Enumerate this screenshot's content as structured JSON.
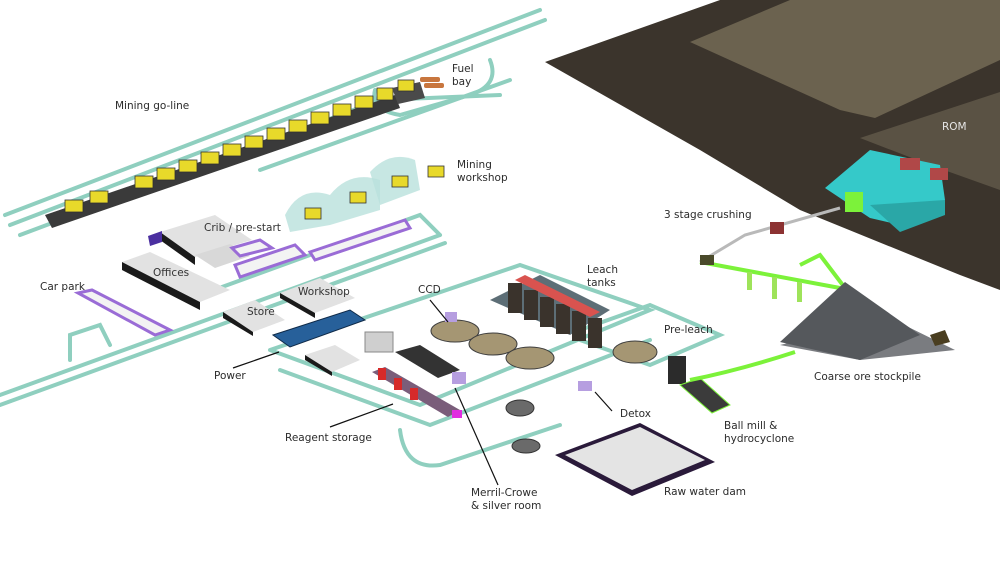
{
  "title": "Mine site and processing plant layout",
  "labels": {
    "mining_go_line": "Mining go-line",
    "fuel_bay": "Fuel\nbay",
    "mining_workshop": "Mining\nworkshop",
    "crib_pre_start": "Crib / pre-start",
    "offices": "Offices",
    "car_park": "Car park",
    "workshop": "Workshop",
    "store": "Store",
    "power": "Power",
    "ccd": "CCD",
    "leach_tanks": "Leach\ntanks",
    "pre_leach": "Pre-leach",
    "detox": "Detox",
    "reagent_storage": "Reagent storage",
    "merril_crowe": "Merril-Crowe\n& silver room",
    "raw_water_dam": "Raw water dam",
    "ball_mill": "Ball mill &\nhydrocyclone",
    "coarse_ore_stockpile": "Coarse ore stockpile",
    "three_stage_crushing": "3 stage crushing",
    "rom": "ROM"
  },
  "colors": {
    "road": "#8fcfbf",
    "pit": "#3b342c",
    "pit_light": "#5c5446",
    "rom_pad": "#35c9c9",
    "conveyor": "#7cf23a",
    "building": "#d9d9d9",
    "building_dark": "#1a1a1a",
    "carpark": "#9a6cd6",
    "truck": "#e8d92a",
    "tank": "#3a332c",
    "tank_top": "#c0392b",
    "dam": "#e4e4e4",
    "dam_edge": "#2a1a3a",
    "stockpile": "#55585c"
  }
}
